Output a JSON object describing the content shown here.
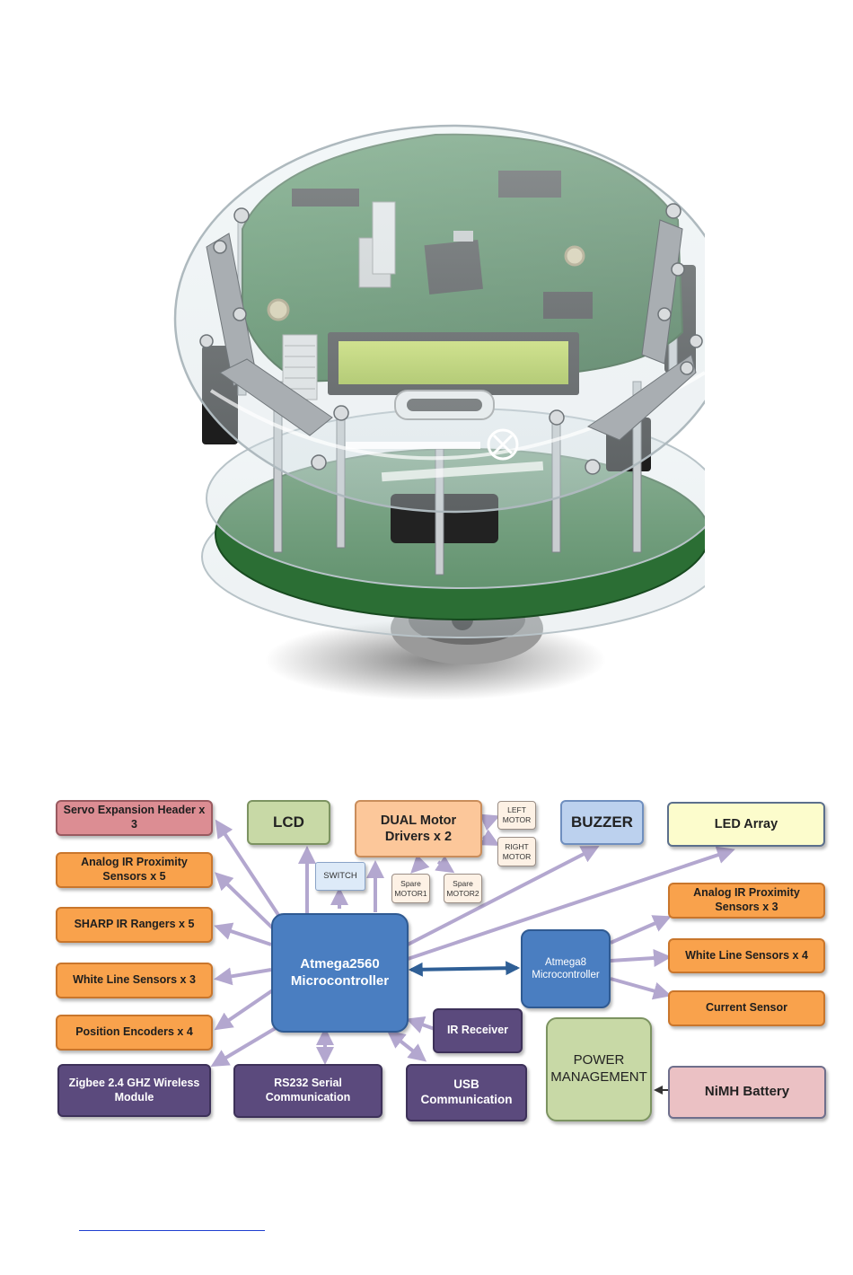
{
  "diagram": {
    "blocks": {
      "servo": "Servo Expansion Header x 3",
      "analog_ir_5": "Analog IR Proximity Sensors x 5",
      "sharp": "SHARP IR Rangers x 5",
      "white_line_3": "White Line Sensors x  3",
      "encoders": "Position Encoders x 4",
      "zigbee": "Zigbee 2.4 GHZ Wireless Module",
      "rs232": "RS232 Serial Communication",
      "usb": "USB Communication",
      "lcd": "LCD",
      "dual_motor": "DUAL Motor Drivers x 2",
      "left_motor": "LEFT MOTOR",
      "right_motor": "RIGHT MOTOR",
      "switch": "SWITCH",
      "spare1": "Spare MOTOR1",
      "spare2": "Spare MOTOR2",
      "buzzer": "BUZZER",
      "led_array": "LED Array",
      "atmega2560": "Atmega2560 Microcontroller",
      "atmega8": "Atmega8 Microcontroller",
      "ir_receiver": "IR Receiver",
      "power": "POWER MANAGEMENT",
      "analog_ir_3": "Analog IR Proximity Sensors x 3",
      "white_line_4": "White Line Sensors x  4",
      "current": "Current Sensor",
      "nimh": "NiMH Battery"
    },
    "colors": {
      "arrow": "#b3a7cf",
      "arrow_strong": "#2f5f96",
      "orange": "#f9a24c",
      "purple": "#5b4a7d",
      "blue": "#4a7ec1"
    }
  }
}
